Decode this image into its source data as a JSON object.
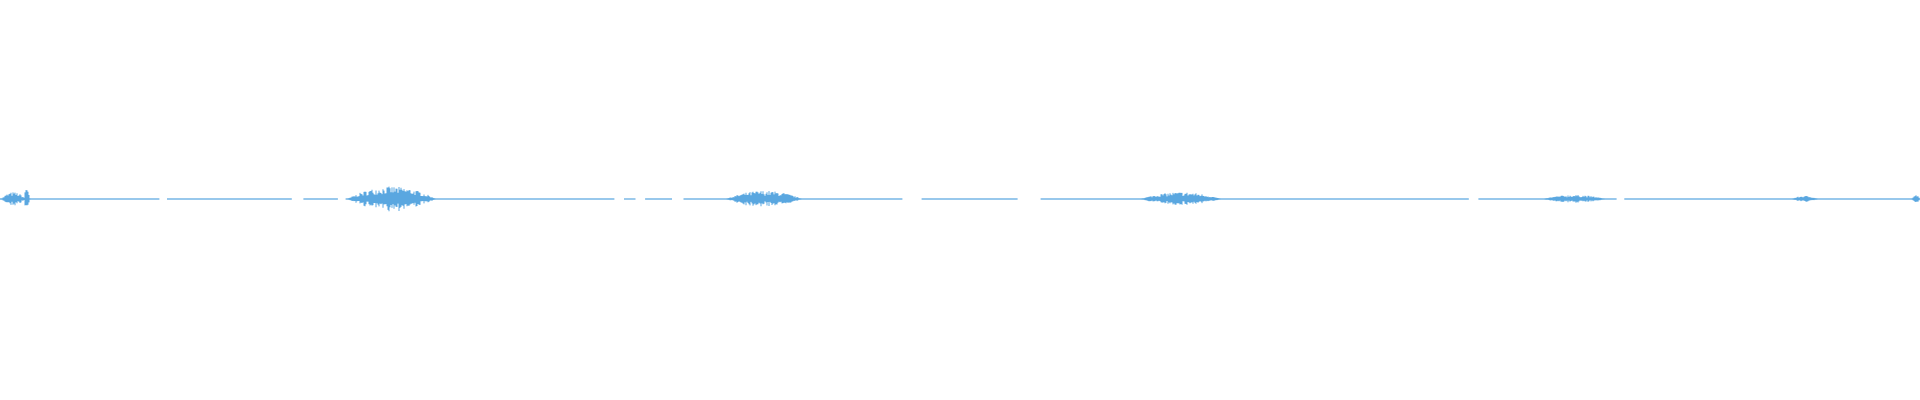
{
  "waveform": {
    "color": "#5aa7e0",
    "background": "#ffffff",
    "duration_fraction_segments": [
      {
        "start": 0.0,
        "end": 0.083,
        "level": 0.04
      },
      {
        "start": 0.087,
        "end": 0.152,
        "level": 0.03
      },
      {
        "start": 0.158,
        "end": 0.176,
        "level": 0.03
      },
      {
        "start": 0.18,
        "end": 0.32,
        "level": 0.03
      },
      {
        "start": 0.325,
        "end": 0.331,
        "level": 0.03
      },
      {
        "start": 0.336,
        "end": 0.35,
        "level": 0.03
      },
      {
        "start": 0.356,
        "end": 0.47,
        "level": 0.03
      },
      {
        "start": 0.48,
        "end": 0.53,
        "level": 0.03
      },
      {
        "start": 0.542,
        "end": 0.765,
        "level": 0.03
      },
      {
        "start": 0.77,
        "end": 0.842,
        "level": 0.03
      },
      {
        "start": 0.846,
        "end": 1.0,
        "level": 0.03
      }
    ],
    "bursts": [
      {
        "center": 0.007,
        "width": 0.012,
        "level": 0.45
      },
      {
        "center": 0.014,
        "width": 0.003,
        "level": 0.95
      },
      {
        "center": 0.204,
        "width": 0.045,
        "level": 0.85
      },
      {
        "center": 0.398,
        "width": 0.038,
        "level": 0.55
      },
      {
        "center": 0.615,
        "width": 0.04,
        "level": 0.45
      },
      {
        "center": 0.82,
        "width": 0.03,
        "level": 0.25
      },
      {
        "center": 0.94,
        "width": 0.012,
        "level": 0.18
      },
      {
        "center": 0.998,
        "width": 0.004,
        "level": 0.25
      }
    ]
  }
}
